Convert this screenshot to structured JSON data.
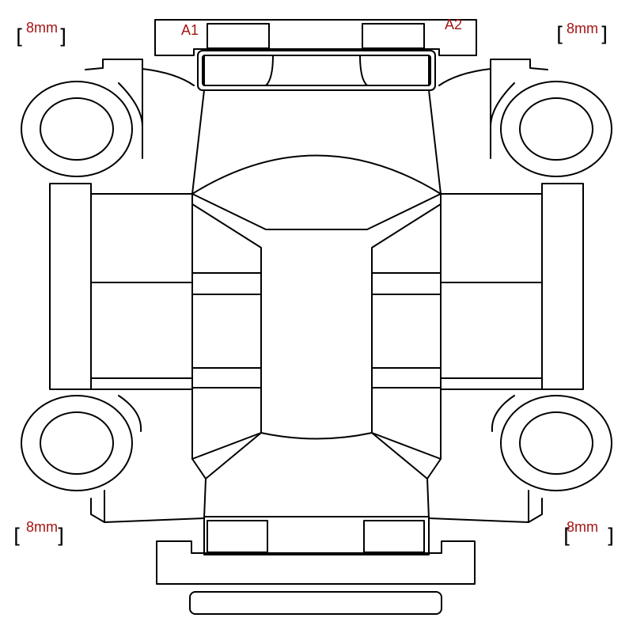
{
  "labels": {
    "panel_a1": "A1",
    "panel_a2": "A2"
  },
  "corner_readings": {
    "top_left": "8mm",
    "top_right": "8mm",
    "bottom_left": "8mm",
    "bottom_right": "8mm"
  },
  "bracket_open": "[",
  "bracket_close": "]",
  "colors": {
    "label": "#a31515",
    "outline": "#000000",
    "background": "#ffffff"
  }
}
